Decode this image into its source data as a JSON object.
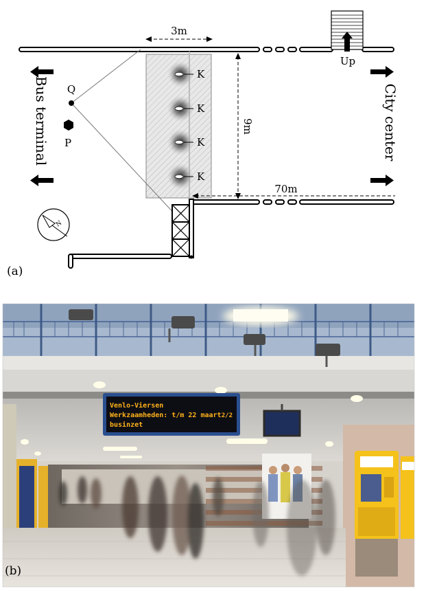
{
  "figure": {
    "panel_a_label": "(a)",
    "panel_b_label": "(b)"
  },
  "diagram": {
    "left_label": "Bus terminal",
    "right_label": "City center",
    "stairs_label": "Up",
    "point_q": "Q",
    "point_p": "P",
    "kiosk_label": "K",
    "kiosk_labels": [
      "K",
      "K",
      "K",
      "K"
    ],
    "dim_width": "3m",
    "dim_depth": "9m",
    "dim_length": "70m",
    "compass_label": "N"
  },
  "photo": {
    "sign_lines": [
      "Venlo-Viersen",
      "Werkzaamheden: t/m 22 maart",
      "businzet"
    ],
    "sign_index": "2/2",
    "colors": {
      "sign_background": "#0d0d14",
      "sign_text": "#ffb21a",
      "ticket_machine": "#f5c21b",
      "sign_frame": "#2a4f8f"
    }
  }
}
